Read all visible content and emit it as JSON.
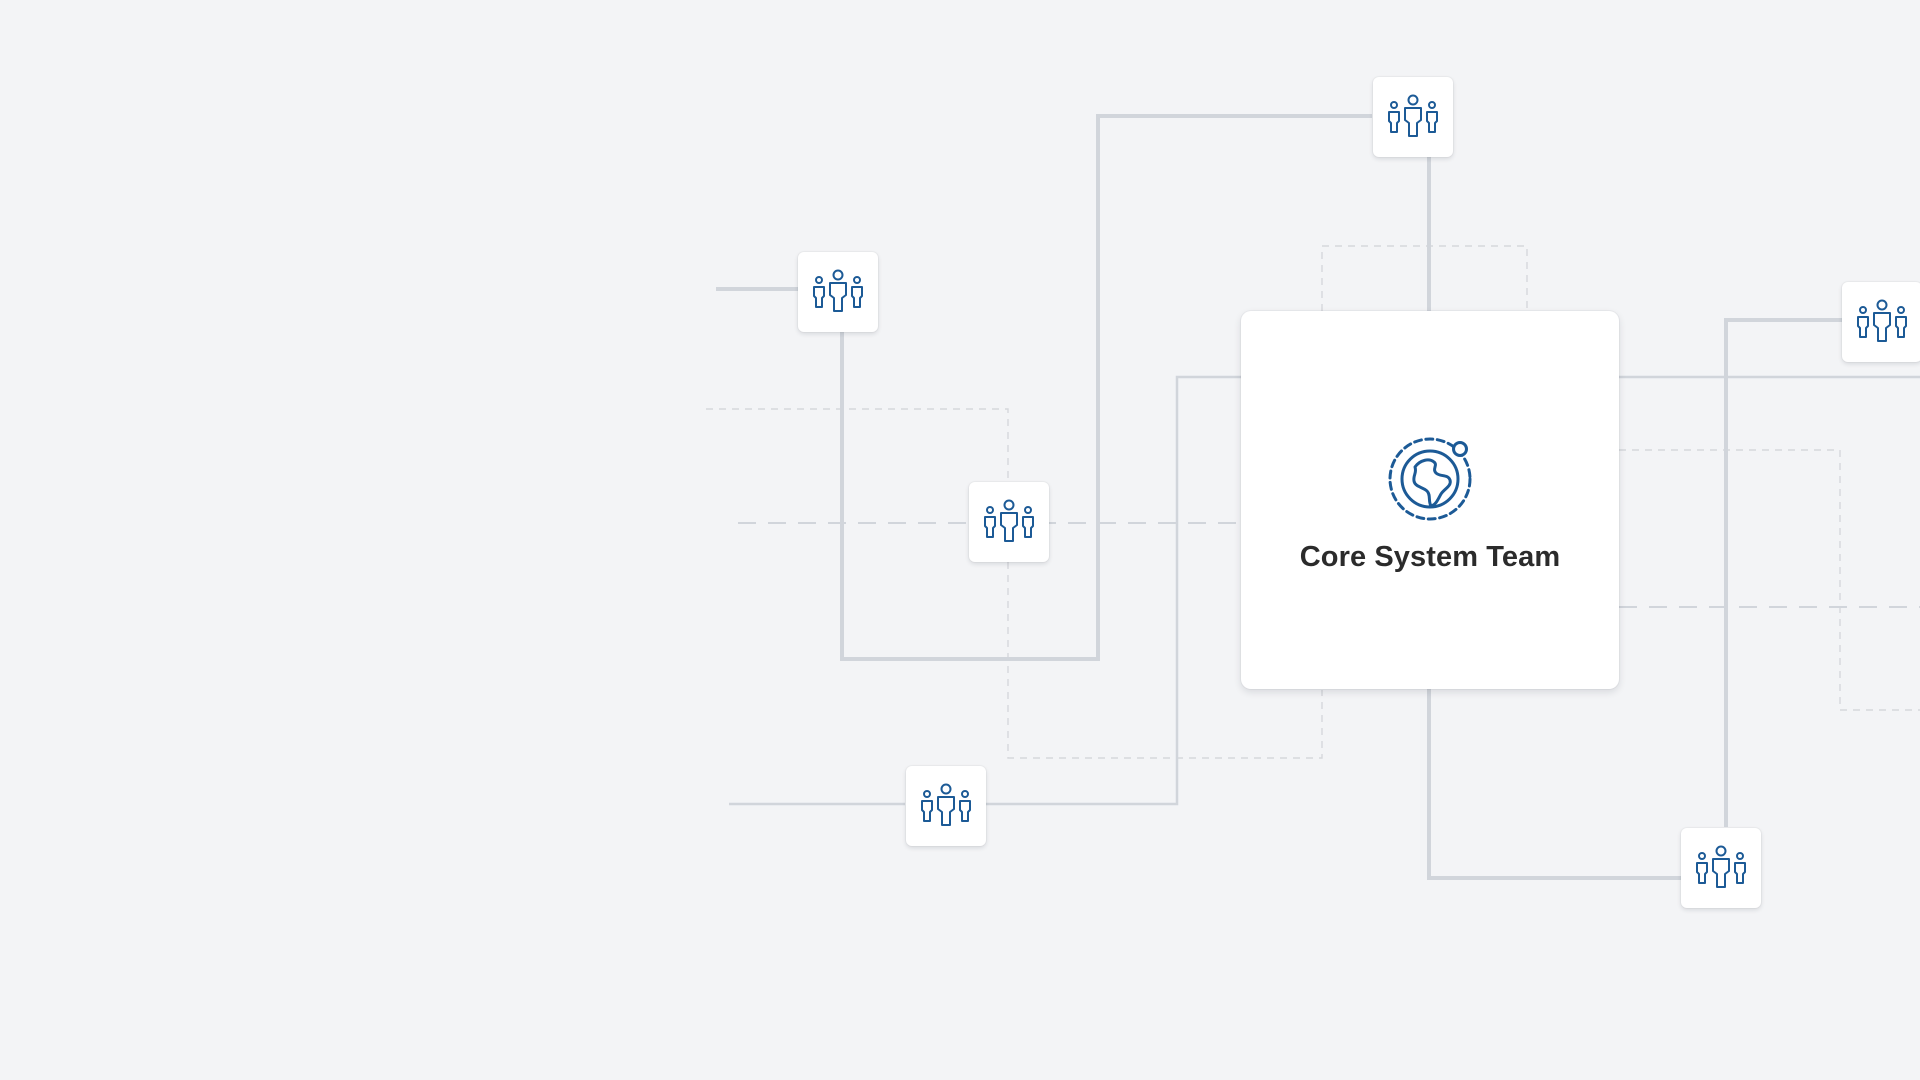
{
  "diagram": {
    "central_node": {
      "title": "Core System Team",
      "icon": "globe-icon"
    },
    "team_nodes": [
      {
        "id": "team-1",
        "icon": "team-icon"
      },
      {
        "id": "team-2",
        "icon": "team-icon"
      },
      {
        "id": "team-3",
        "icon": "team-icon"
      },
      {
        "id": "team-4",
        "icon": "team-icon"
      },
      {
        "id": "team-5",
        "icon": "team-icon"
      },
      {
        "id": "team-6",
        "icon": "team-icon"
      }
    ]
  },
  "colors": {
    "background": "#f3f4f6",
    "card": "#ffffff",
    "icon": "#1c5a96",
    "connector": "#d1d5db",
    "connector_dashed": "#d6d8dc",
    "title": "#2b2b2b"
  }
}
